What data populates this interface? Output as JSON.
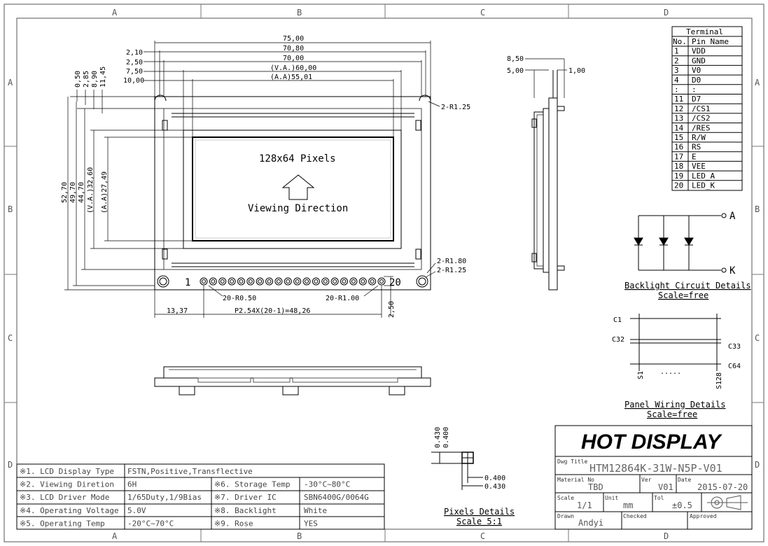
{
  "zones": {
    "cols": [
      "A",
      "B",
      "C",
      "D"
    ],
    "rows": [
      "A",
      "B",
      "C",
      "D"
    ]
  },
  "front_view": {
    "dims_top": [
      "75,00",
      "70,80",
      "70,00",
      "(V.A.)60,00",
      "(A.A)55,01"
    ],
    "dims_top_left": [
      "2,10",
      "2,50",
      "7,50",
      "10,00"
    ],
    "dims_vert_small": [
      "0,50",
      "2,85",
      "8,90",
      "11,45"
    ],
    "dims_left": [
      "52,70",
      "49,70",
      "44,70",
      "(V.A.)32,60",
      "(A.A)27,49"
    ],
    "center_text_1": "128x64 Pixels",
    "center_text_2": "Viewing Direction",
    "callouts": [
      "2-R1.25",
      "2-R1.80",
      "2-R1.25",
      "20-R0.50",
      "20-R1.00"
    ],
    "pin_first": "1",
    "pin_last": "20",
    "dims_bottom": [
      "13,37",
      "P2.54X(20-1)=48,26",
      "2,50"
    ]
  },
  "side_view": {
    "dims": [
      "8,50",
      "5,00",
      "1,00"
    ]
  },
  "terminal": {
    "title": "Terminal",
    "col_no": "No.",
    "col_name": "Pin Name",
    "rows": [
      [
        "1",
        "VDD"
      ],
      [
        "2",
        "GND"
      ],
      [
        "3",
        "V0"
      ],
      [
        "4",
        "D0"
      ],
      [
        ":",
        ":"
      ],
      [
        "11",
        "D7"
      ],
      [
        "12",
        "/CS1"
      ],
      [
        "13",
        "/CS2"
      ],
      [
        "14",
        "/RES"
      ],
      [
        "15",
        "R/W"
      ],
      [
        "16",
        "RS"
      ],
      [
        "17",
        "E"
      ],
      [
        "18",
        "VEE"
      ],
      [
        "19",
        "LED_A"
      ],
      [
        "20",
        "LED_K"
      ]
    ]
  },
  "backlight": {
    "label_a": "A",
    "label_k": "K",
    "caption_1": "Backlight Circuit Details",
    "caption_2": "Scale=free"
  },
  "panel_wiring": {
    "labels": [
      "C1",
      "C32",
      "C33",
      "C64",
      "S1",
      "S128"
    ],
    "dots": ".....",
    "caption_1": "Panel Wiring Details",
    "caption_2": "Scale=free"
  },
  "pixels": {
    "dims": [
      "0.430",
      "0.400",
      "0.400",
      "0.430"
    ],
    "caption_1": "Pixels Details",
    "caption_2": "Scale 5:1"
  },
  "specs": [
    {
      "label": "※1. LCD Display Type",
      "value": "FSTN,Positive,Transflective"
    },
    {
      "label": "※2. Viewing Diretion",
      "value": "6H",
      "label2": "※6. Storage Temp",
      "value2": "-30°C~80°C"
    },
    {
      "label": "※3. LCD Driver Mode",
      "value": "1/65Duty,1/9Bias",
      "label2": "※7. Driver IC",
      "value2": "SBN6400G/0064G"
    },
    {
      "label": "※4. Operating Voltage",
      "value": "5.0V",
      "label2": "※8. Backlight",
      "value2": "White"
    },
    {
      "label": "※5. Operating Temp",
      "value": "-20°C~70°C",
      "label2": "※9. Rose",
      "value2": "YES"
    }
  ],
  "title_block": {
    "company": "HOT DISPLAY",
    "dwg_title_label": "Dwg Title",
    "dwg_title": "HTM12864K-31W-N5P-V01",
    "material_label": "Material No",
    "material": "TBD",
    "ver_label": "Ver",
    "ver": "V01",
    "date_label": "Date",
    "date": "2015-07-20",
    "scale_label": "Scale",
    "scale": "1/1",
    "unit_label": "Unit",
    "unit": "mm",
    "tol_label": "Tol",
    "tol": "±0.5",
    "drawn_label": "Drawn",
    "drawn": "Andyi",
    "checked_label": "Checked",
    "approved_label": "Approved"
  }
}
